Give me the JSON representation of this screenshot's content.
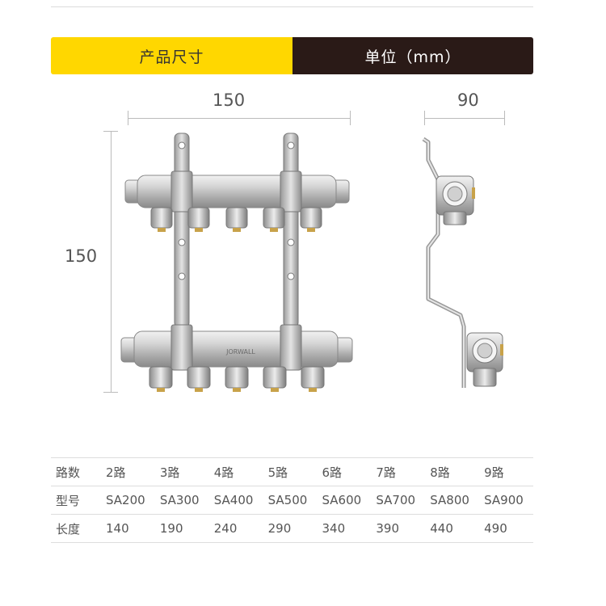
{
  "header": {
    "left_label": "产品尺寸",
    "right_label": "单位（mm）"
  },
  "dimensions": {
    "front_width": "150",
    "front_height": "150",
    "side_width": "90"
  },
  "brand_mark": "JORWALL",
  "colors": {
    "header_yellow": "#ffd700",
    "header_dark": "#2a1a17",
    "steel": "#c9c9c9",
    "brass": "#c8a24a"
  },
  "table": {
    "rows": [
      {
        "label": "路数",
        "values": [
          "2路",
          "3路",
          "4路",
          "5路",
          "6路",
          "7路",
          "8路",
          "9路"
        ]
      },
      {
        "label": "型号",
        "values": [
          "SA200",
          "SA300",
          "SA400",
          "SA500",
          "SA600",
          "SA700",
          "SA800",
          "SA900"
        ]
      },
      {
        "label": "长度",
        "values": [
          "140",
          "190",
          "240",
          "290",
          "340",
          "390",
          "440",
          "490"
        ]
      }
    ]
  }
}
